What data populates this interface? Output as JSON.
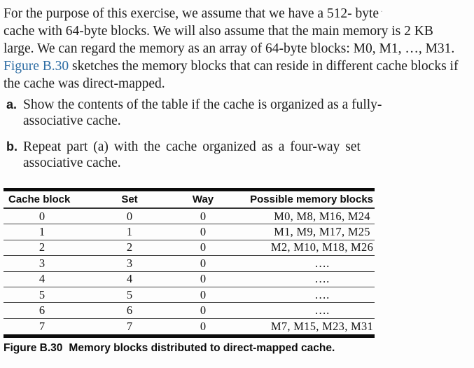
{
  "intro": {
    "line1": "For the purpose of this exercise, we assume that we have a 512- byte",
    "line1_artifact": "·",
    "line2": "cache with 64-byte blocks. We will also assume that the main memory is 2 KB",
    "line3": "large. We can regard the memory as an array of 64-byte blocks: M0, M1, …, M31.",
    "line4_link": "Figure B.30",
    "line4_rest": " sketches the memory blocks that can reside in different cache blocks if",
    "line5": "the cache was direct-mapped."
  },
  "items": [
    {
      "marker": "a.",
      "line1": "Show the contents of the table if the cache is organized as a fully-",
      "line2": "associative cache."
    },
    {
      "marker": "b.",
      "line1": "Repeat part (a) with the cache organized as a four-way set",
      "line2": "associative cache."
    }
  ],
  "table": {
    "headers": [
      "Cache block",
      "Set",
      "Way",
      "Possible memory blocks"
    ],
    "rows": [
      [
        "0",
        "0",
        "0",
        "M0, M8, M16, M24"
      ],
      [
        "1",
        "1",
        "0",
        "M1, M9, M17, M25"
      ],
      [
        "2",
        "2",
        "0",
        "M2, M10, M18, M26"
      ],
      [
        "3",
        "3",
        "0",
        "…."
      ],
      [
        "4",
        "4",
        "0",
        "…."
      ],
      [
        "5",
        "5",
        "0",
        "…."
      ],
      [
        "6",
        "6",
        "0",
        "…."
      ],
      [
        "7",
        "7",
        "0",
        "M7, M15, M23, M31"
      ]
    ]
  },
  "caption": {
    "label": "Figure B.30",
    "text": "Memory blocks distributed to direct-mapped cache."
  },
  "colors": {
    "link_blue": "#2e6da4",
    "text": "#1e1e1e",
    "table_bar": "#0c0c0c"
  }
}
